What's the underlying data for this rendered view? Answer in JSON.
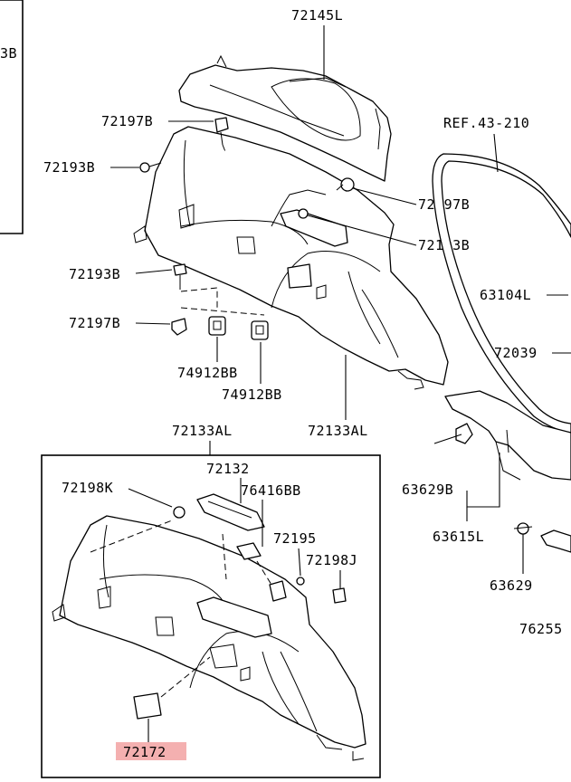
{
  "labels": {
    "top_panel": "72145L",
    "left_partial": "3B",
    "clip_197b_a": "72197B",
    "clip_193b_a": "72193B",
    "clip_197b_b": "72197B",
    "clip_193b_b": "72193B",
    "clip_193b_c": "72193B",
    "clip_197b_c": "72197B",
    "plug_912bb_a": "74912BB",
    "plug_912bb_b": "74912BB",
    "trim_133al_upper": "72133AL",
    "trim_133al_box": "72133AL",
    "ref": "REF.43-210",
    "weatherstrip": "63104L",
    "part_72039": "72039",
    "clip_63629b": "63629B",
    "part_63615l": "63615L",
    "clip_63629": "63629",
    "part_76255": "76255",
    "handle_72132": "72132",
    "cover_76416bb": "76416BB",
    "clip_72198k": "72198K",
    "clip_72195": "72195",
    "clip_72198j": "72198J",
    "lid_72172": "72172"
  },
  "colors": {
    "highlight": "#f4b0b0",
    "line": "#000000"
  }
}
